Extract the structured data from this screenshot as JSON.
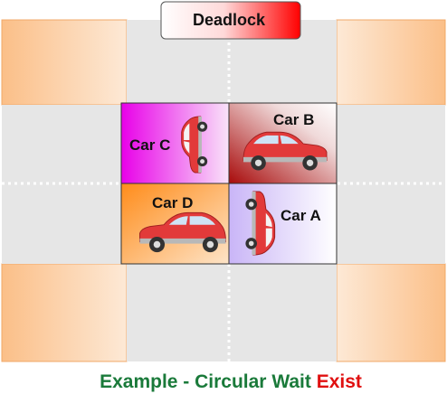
{
  "title": {
    "text": "Deadlock",
    "gradient_from": "#ffffff",
    "gradient_to": "#ff0000"
  },
  "cars": [
    {
      "id": "car-a",
      "label": "Car A",
      "orientation": "vertical-down",
      "body_color": "#e23a3a",
      "tile_color": "#c9b5f7"
    },
    {
      "id": "car-b",
      "label": "Car B",
      "orientation": "horizontal-left",
      "body_color": "#e23a3a",
      "tile_color": "#a80a0a"
    },
    {
      "id": "car-c",
      "label": "Car C",
      "orientation": "vertical-up",
      "body_color": "#e23a3a",
      "tile_color": "#e800e8"
    },
    {
      "id": "car-d",
      "label": "Car D",
      "orientation": "horizontal-right",
      "body_color": "#e23a3a",
      "tile_color": "#ff8c1a"
    }
  ],
  "caption": {
    "prefix": "Example - Circular Wait ",
    "emphasis": "Exist",
    "prefix_color": "#1a7a3a",
    "emphasis_color": "#e01010"
  },
  "colors": {
    "road": "#e6e6e6",
    "corner_orange": "#fbbf88",
    "lane_marking": "#ffffff"
  }
}
